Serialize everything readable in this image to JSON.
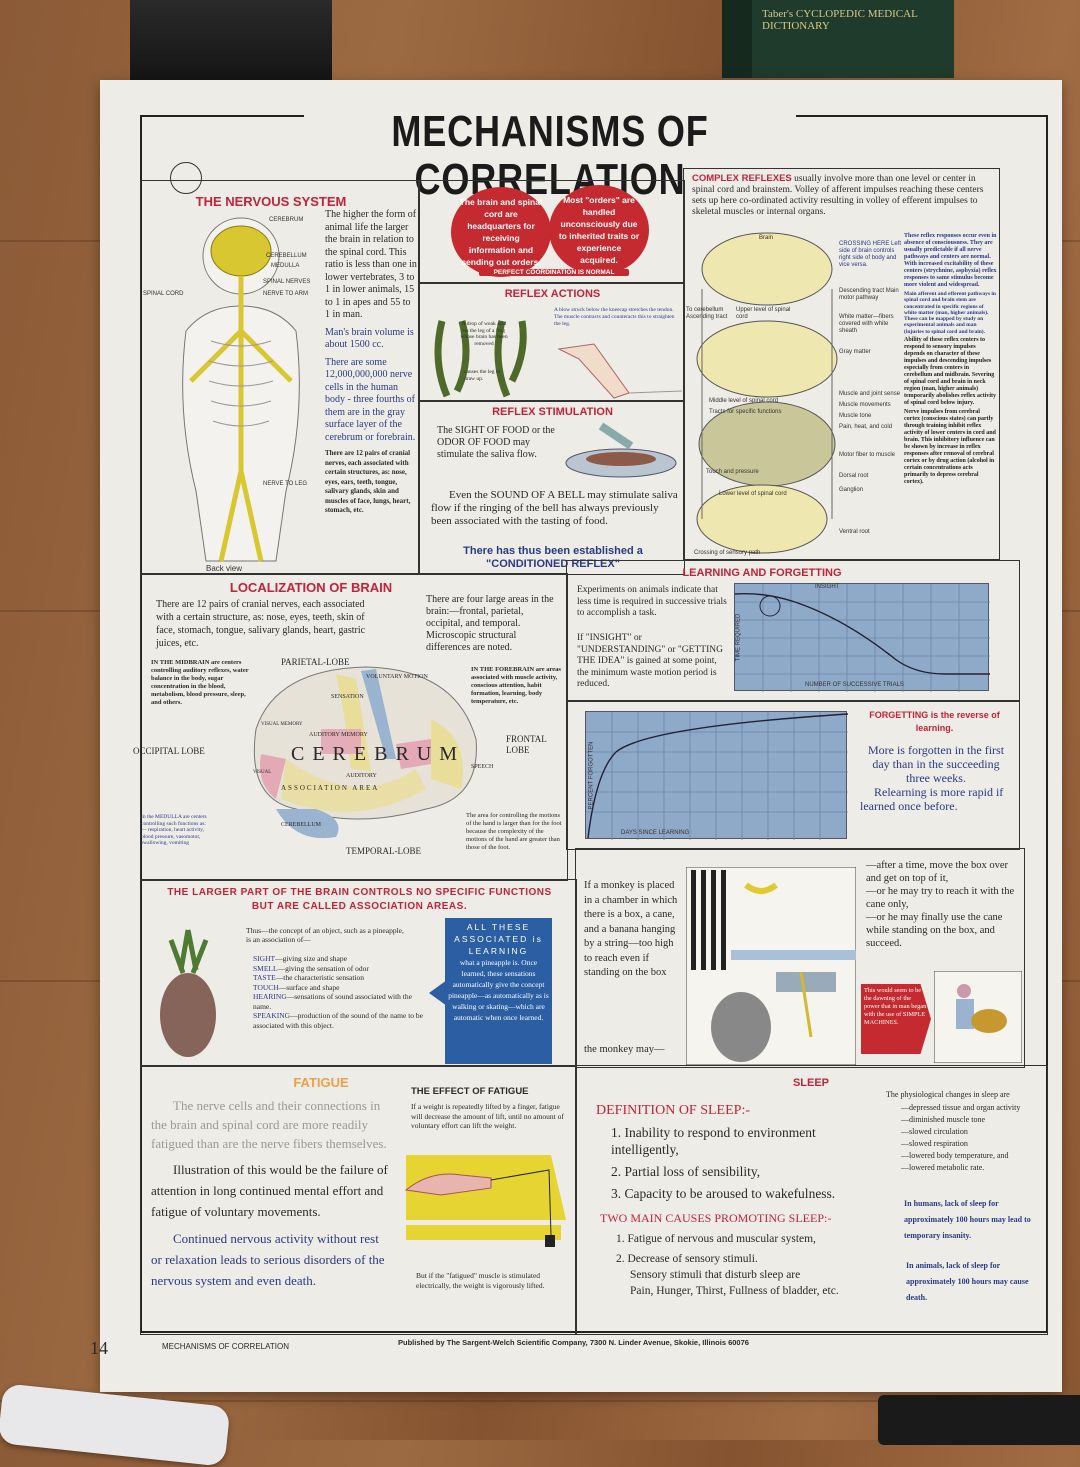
{
  "poster": {
    "title": "MECHANISMS OF CORRELATION",
    "page_number": "14",
    "footer_title": "MECHANISMS OF CORRELATION",
    "publisher": "Published by The Sargent-Welch Scientific Company, 7300 N. Linder Avenue, Skokie, Illinois 60076"
  },
  "nervous_system": {
    "heading": "THE NERVOUS SYSTEM",
    "labels": [
      "CEREBRUM",
      "CEREBELLUM",
      "MEDULLA",
      "SPINAL NERVES",
      "NERVE TO ARM",
      "SPINAL CORD",
      "NERVE TO LEG",
      "Back view"
    ],
    "p1": "The higher the form of animal life the larger the brain in relation to the spinal cord. This ratio is less than one in lower vertebrates, 3 to 1 in lower animals, 15 to 1 in apes and 55 to 1 in man.",
    "p2": "Man's brain volume is about 1500 cc.",
    "p3": "There are some 12,000,000,000 nerve cells in the human body - three fourths of them are in the gray surface layer of the cerebrum or forebrain.",
    "p4": "There are 12 pairs of cranial nerves, each associated with certain structures, as: nose, eyes, ears, teeth, tongue, salivary glands, skin and muscles of face, lungs, heart, stomach, etc."
  },
  "coordination": {
    "left": "The brain and spinal cord are headquarters for receiving information and sending out orders.",
    "right": "Most \"orders\" are handled unconsciously due to inherited traits or experience acquired.",
    "banner": "PERFECT COORDINATION IS NORMAL"
  },
  "reflex_actions": {
    "heading": "REFLEX ACTIONS",
    "frog_note": "A drop of weak acid on the leg of a frog whose brain has been removed",
    "frog_note2": "causes the leg to draw up.",
    "knee_note": "A blow struck below the kneecap stretches the tendon. The muscle contracts and counteracts this to straighten the leg."
  },
  "reflex_stimulation": {
    "heading": "REFLEX STIMULATION",
    "p1": "The SIGHT OF FOOD or the ODOR OF FOOD may stimulate the saliva flow.",
    "p2": "Even the SOUND OF A BELL may stimulate saliva flow if the ringing of the bell has always previously been associated with the tasting of food.",
    "conclusion": "There has thus been established a \"CONDITIONED REFLEX\""
  },
  "complex_reflexes": {
    "heading": "COMPLEX REFLEXES",
    "intro": "usually involve more than one level or center in spinal cord and brainstem. Volley of afferent impulses reaching these centers sets up here co-ordinated activity resulting in volley of efferent impulses to skeletal muscles or internal organs.",
    "side1": "These reflex responses occur even in absence of consciousness. They are usually predictable if all nerve pathways and centers are normal. With increased excitability of these centers (strychnine, asphyxia) reflex responses to same stimulus become more violent and widespread.",
    "side2": "Main afferent and efferent pathways in spinal cord and brain stem are concentrated in specific regions of white matter (man, higher animals). These can be mapped by study on experimental animals and man (injuries to spinal cord and brain).",
    "side3": "Ability of these reflex centers to respond to sensory impulses depends on character of these impulses and descending impulses especially from centers in cerebellum and midbrain. Severing of spinal cord and brain in neck region (man, higher animals) temporarily abolishes reflex activity of spinal cord below injury.",
    "side4": "Nerve impulses from cerebral cortex (conscious states) can partly through training inhibit reflex activity of lower centers in cord and brain. This inhibitory influence can be shown by increase in reflex responses after removal of cerebral cortex or by drug action (alcohol in certain concentrations acts primarily to depress cerebral cortex).",
    "labels": [
      "Brain",
      "CROSSING HERE Left side of brain controls right side of body and vice versa.",
      "Descending tract Main motor pathway",
      "To cerebellum Ascending tract",
      "Upper level of spinal cord",
      "White matter—fibers covered with white sheath",
      "Gray matter",
      "Middle level of spinal cord",
      "Tracts for specific functions",
      "Muscle and joint sense",
      "Muscle movements",
      "Muscle tone",
      "Pain, heat, and cold",
      "Touch and pressure",
      "Lower level of spinal cord",
      "Motor fiber to muscle",
      "Dorsal root",
      "Ganglion",
      "Ventral root",
      "Crossing of sensory path"
    ]
  },
  "localization": {
    "heading": "LOCALIZATION OF BRAIN",
    "p1": "There are 12 pairs of cranial nerves, each associated with a certain structure, as: nose, eyes, teeth, skin of face, stomach, tongue, salivary glands, heart, gastric juices, etc.",
    "p2": "There are four large areas in the brain:—frontal, parietal, occipital, and temporal. Microscopic structural differences are noted.",
    "midbrain": "IN THE MIDBRAIN are centers controlling auditory reflexes, water balance in the body, sugar concentration in the blood, metabolism, blood pressure, sleep, and others.",
    "forebrain": "IN THE FOREBRAIN are areas associated with muscle activity, conscious attention, habit formation, learning, body temperature, etc.",
    "medulla": "In the MEDULLA are centers controlling such functions as:— respiration, heart activity, blood pressure, vasomotor, swallowing, vomiting",
    "hand": "The area for controlling the motions of the hand is larger than for the foot because the complexity of the motions of the hand are greater than those of the foot.",
    "lobes": {
      "parietal": "PARIETAL-LOBE",
      "occipital": "OCCIPITAL LOBE",
      "frontal": "FRONTAL LOBE",
      "temporal": "TEMPORAL-LOBE"
    },
    "brain_labels": {
      "cerebrum": "CEREBRUM",
      "association": "ASSOCIATION AREA",
      "sensation": "SENSATION",
      "voluntary": "VOLUNTARY MOTION",
      "auditory_memory": "AUDITORY MEMORY",
      "visual_memory": "VISUAL MEMORY",
      "auditory": "AUDITORY",
      "speech": "SPEECH",
      "visual": "VISUAL",
      "cerebellum": "CEREBELLUM"
    }
  },
  "learning": {
    "heading": "LEARNING AND FORGETTING",
    "p1": "Experiments on animals indicate that less time is required in successive trials to accomplish a task.",
    "p2": "If \"INSIGHT\" or \"UNDERSTANDING\" or \"GETTING THE IDEA\" is gained at some point, the minimum waste motion period is reduced.",
    "chart_top": "INSIGHT",
    "ylabel": "TIME REQUIRED",
    "xlabel": "NUMBER OF SUCCESSIVE TRIALS"
  },
  "forgetting": {
    "heading": "FORGETTING is the reverse of learning.",
    "p1": "More is forgotten in the first day than in the succeeding three weeks.",
    "p2": "Relearning is more rapid if learned once before.",
    "ylabel": "PERCENT FORGOTTEN",
    "xlabel": "DAYS SINCE LEARNING"
  },
  "association": {
    "heading1": "THE LARGER PART OF THE BRAIN CONTROLS NO SPECIFIC FUNCTIONS",
    "heading2": "BUT ARE CALLED ASSOCIATION AREAS.",
    "intro": "Thus—the concept of an object, such as a pineapple, is an association of—",
    "senses": [
      {
        "k": "SIGHT",
        "v": "—giving size and shape"
      },
      {
        "k": "SMELL",
        "v": "—giving the sensation of odor"
      },
      {
        "k": "TASTE",
        "v": "—the characteristic sensation"
      },
      {
        "k": "TOUCH",
        "v": "—surface and shape"
      },
      {
        "k": "HEARING",
        "v": "—sensations of sound associated with the name."
      },
      {
        "k": "SPEAKING",
        "v": "—production of the sound of the name to be associated with this object."
      }
    ],
    "arrow_head": "ALL THESE ASSOCIATED is LEARNING",
    "arrow_body": "what a pineapple is. Once learned, these sensations automatically give the concept pineapple—as automatically as is walking or skating—which are automatic when once learned."
  },
  "monkey": {
    "p1": "If a monkey is placed in a chamber in which there is a box, a cane, and a banana hanging by a string—too high to reach even if standing on the box",
    "p2": "the monkey may—",
    "p3": "—after a time, move the box over and get on top of it,",
    "p4": "—or he may try to reach it with the cane only,",
    "p5": "—or he may finally use the cane while standing on the box, and succeed.",
    "tag": "This would seem to be the dawning of the power that in man began with the use of SIMPLE MACHINES."
  },
  "fatigue": {
    "heading": "FATIGUE",
    "p1": "The nerve cells and their connections in the brain and spinal cord are more readily fatigued than are the nerve fibers themselves.",
    "p2": "Illustration of this would be the failure of attention in long continued mental effort and fatigue of voluntary movements.",
    "p3": "Continued nervous activity without rest or relaxation leads to serious disorders of the nervous system and even death.",
    "effect_heading": "THE EFFECT OF FATIGUE",
    "effect_p1": "If a weight is repeatedly lifted by a finger, fatigue will decrease the amount of lift, until no amount of voluntary effort can lift the weight.",
    "effect_p2": "But if the \"fatigued\" muscle is stimulated electrically, the weight is vigorously lifted."
  },
  "sleep": {
    "heading": "SLEEP",
    "def_heading": "DEFINITION OF SLEEP:-",
    "defs": [
      "1. Inability to respond to environment intelligently,",
      "2. Partial loss of sensibility,",
      "3. Capacity to be aroused to wakefulness."
    ],
    "causes_heading": "TWO MAIN CAUSES PROMOTING SLEEP:-",
    "causes": [
      "1. Fatigue of nervous and muscular system,",
      "2. Decrease of sensory stimuli.",
      "Sensory stimuli that disturb sleep are",
      "Pain, Hunger, Thirst, Fullness of bladder, etc."
    ],
    "changes_intro": "The physiological changes in sleep are",
    "changes": [
      "—depressed tissue and organ activity",
      "—diminished muscle tone",
      "—slowed circulation",
      "—slowed respiration",
      "—lowered body temperature, and",
      "—lowered metabolic rate."
    ],
    "humans": "In humans, lack of sleep for approximately 100 hours may lead to temporary insanity.",
    "animals": "In animals, lack of sleep for approximately 100 hours may cause death."
  },
  "book": {
    "spine": "Taber's CYCLOPEDIC MEDICAL DICTIONARY"
  }
}
